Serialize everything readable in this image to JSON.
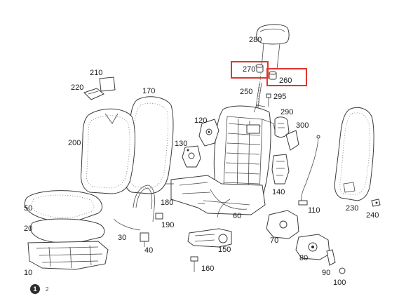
{
  "diagram": {
    "callouts": {
      "p10": "10",
      "p20": "20",
      "p30": "30",
      "p40": "40",
      "p50": "50",
      "p60": "60",
      "p70": "70",
      "p80": "80",
      "p90": "90",
      "p100": "100",
      "p110": "110",
      "p120": "120",
      "p130": "130",
      "p140": "140",
      "p150": "150",
      "p160": "160",
      "p170": "170",
      "p180": "180",
      "p190": "190",
      "p200": "200",
      "p210": "210",
      "p220": "220",
      "p230": "230",
      "p240": "240",
      "p250": "250",
      "p260": "260",
      "p270": "270",
      "p280": "280",
      "p290": "290",
      "p295": "295",
      "p300": "300"
    },
    "highlight_color": "#e0362c"
  },
  "pagination": {
    "current": "1",
    "next": "2"
  }
}
